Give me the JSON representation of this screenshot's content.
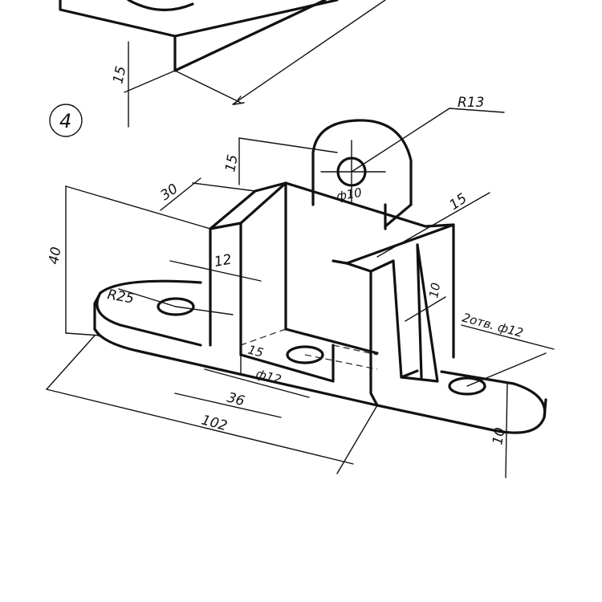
{
  "figure_number": "4",
  "dimensions": {
    "top_part_height": "15",
    "lug_radius": "R13",
    "lug_height": "15",
    "lug_hole": "ф10",
    "wall_offset": "30",
    "overall_height": "40",
    "wall_thickness": "12",
    "end_radius": "R25",
    "rib_width": "15",
    "rib_thickness": "10",
    "side_holes": "2отв. ф12",
    "center_offset": "15",
    "center_hole": "ф12",
    "inner_width": "36",
    "overall_length": "102",
    "base_thickness": "10"
  }
}
